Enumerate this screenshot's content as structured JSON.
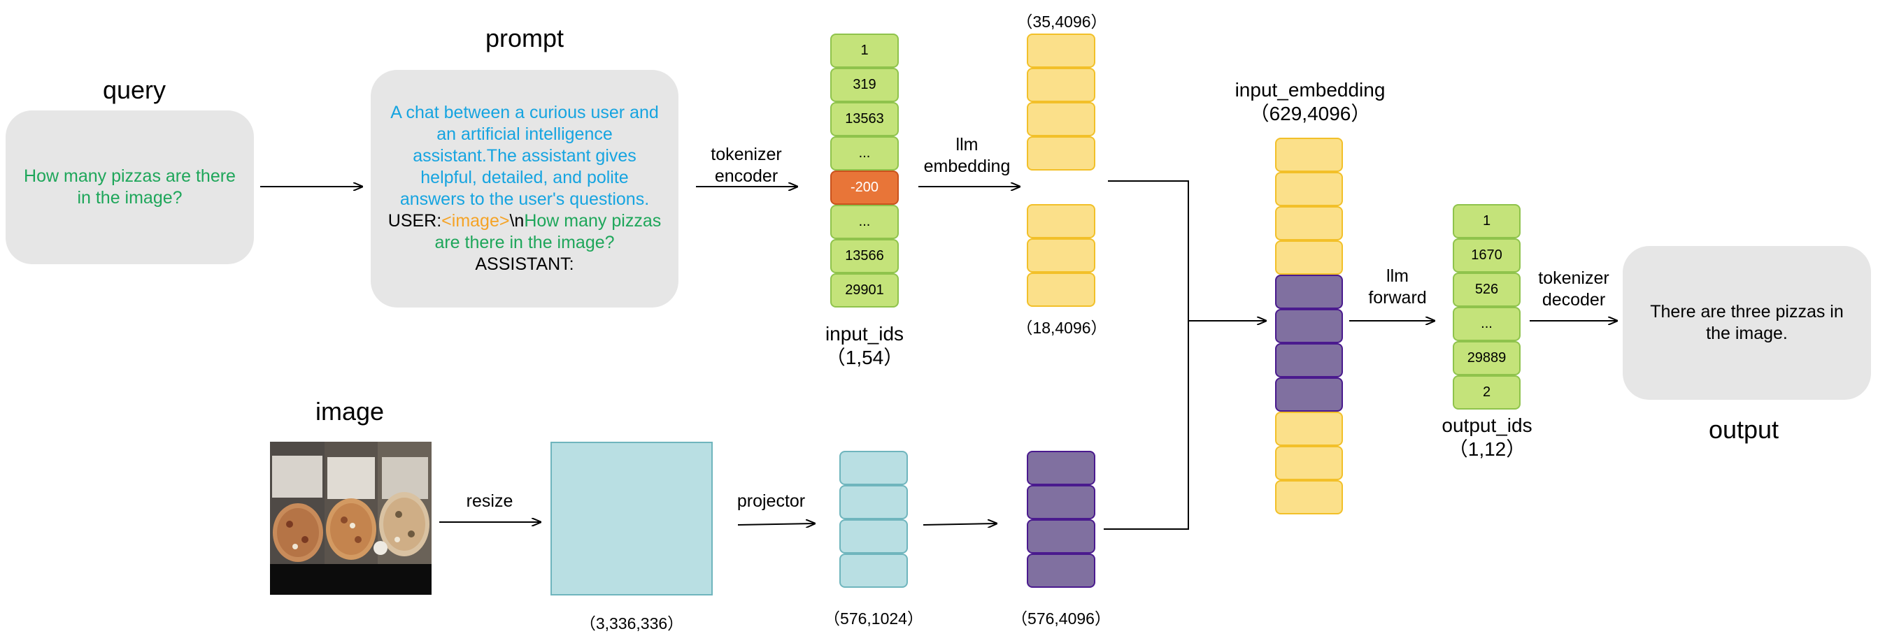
{
  "query": {
    "title": "query",
    "text": "How many pizzas are there in the image?"
  },
  "prompt": {
    "title": "prompt",
    "system_text": "A chat between a curious user and an artificial intelligence assistant.The assistant gives helpful, detailed, and polite answers to the user's questions.",
    "user_label": "USER:",
    "image_token": "<image>",
    "newline": "\\n",
    "question": "How many pizzas are there in the image?",
    "assistant_label": "ASSISTANT:"
  },
  "tokenizer_encoder": {
    "line1": "tokenizer",
    "line2": "encoder"
  },
  "input_ids": {
    "cells": [
      "1",
      "319",
      "13563",
      "...",
      "-200",
      "...",
      "13566",
      "29901"
    ],
    "label": "input_ids",
    "shape": "（1,54）"
  },
  "llm_embedding": {
    "line1": "llm",
    "line2": "embedding"
  },
  "text_embeddings": {
    "top_shape": "（35,4096）",
    "bottom_shape": "（18,4096）"
  },
  "input_embedding": {
    "label": "input_embedding",
    "shape": "（629,4096）"
  },
  "llm_forward": {
    "line1": "llm",
    "line2": "forward"
  },
  "output_ids": {
    "cells": [
      "1",
      "1670",
      "526",
      "...",
      "29889",
      "2"
    ],
    "label": "output_ids",
    "shape": "（1,12）"
  },
  "tokenizer_decoder": {
    "line1": "tokenizer",
    "line2": "decoder"
  },
  "output": {
    "title": "output",
    "text": "There are three pizzas in the image."
  },
  "image": {
    "title": "image"
  },
  "resize": {
    "label": "resize",
    "shape": "（3,336,336）"
  },
  "projector": {
    "label": "projector",
    "shape": "（576,1024）"
  },
  "image_embedding": {
    "shape": "（576,4096）"
  },
  "colors": {
    "green_cell": "#c4e37a",
    "red_cell": "#e87538",
    "yellow_cell": "#fbe08a",
    "purple_cell": "#8070a0",
    "cyan_cell": "#b9dfe3",
    "panel_bg": "#e6e6e6",
    "prompt_blue": "#16a4e0",
    "prompt_green": "#1ea65a",
    "image_token_orange": "#f5a326"
  }
}
